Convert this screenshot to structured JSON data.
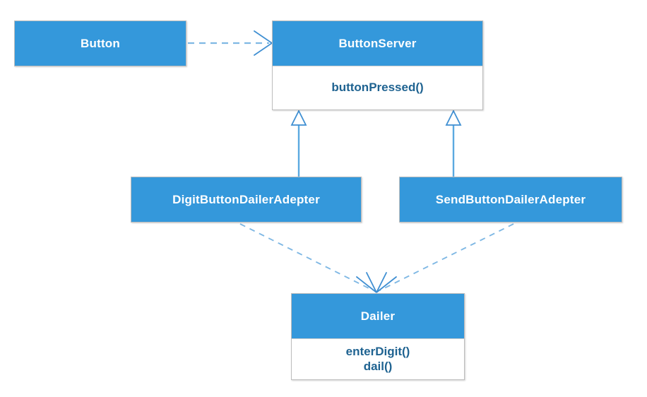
{
  "diagram": {
    "type": "uml-class-diagram",
    "colors": {
      "class_header_fill": "#3498db",
      "class_body_fill": "#ffffff",
      "class_border": "#bdbdbd",
      "header_text": "#ffffff",
      "member_text": "#1f6391",
      "edge_stroke": "#3f8fd2"
    },
    "classes": [
      {
        "id": "button",
        "name": "Button",
        "members": []
      },
      {
        "id": "buttonserver",
        "name": "ButtonServer",
        "members": [
          "buttonPressed()"
        ]
      },
      {
        "id": "digitadapter",
        "name": "DigitButtonDailerAdepter",
        "members": []
      },
      {
        "id": "sendadapter",
        "name": "SendButtonDailerAdepter",
        "members": []
      },
      {
        "id": "dailer",
        "name": "Dailer",
        "members": [
          "enterDigit()",
          "dail()"
        ]
      }
    ],
    "relationships": [
      {
        "id": "button-uses-buttonserver",
        "kind": "dependency",
        "line": "dashed",
        "arrowhead": "open",
        "from": "Button",
        "to": "ButtonServer"
      },
      {
        "id": "digitadapter-inherits-buttonserver",
        "kind": "generalization",
        "line": "solid",
        "arrowhead": "hollow-triangle",
        "from": "DigitButtonDailerAdepter",
        "to": "ButtonServer"
      },
      {
        "id": "sendadapter-inherits-buttonserver",
        "kind": "generalization",
        "line": "solid",
        "arrowhead": "hollow-triangle",
        "from": "SendButtonDailerAdepter",
        "to": "ButtonServer"
      },
      {
        "id": "digitadapter-uses-dailer",
        "kind": "dependency",
        "line": "dashed",
        "arrowhead": "open",
        "from": "DigitButtonDailerAdepter",
        "to": "Dailer"
      },
      {
        "id": "sendadapter-uses-dailer",
        "kind": "dependency",
        "line": "dashed",
        "arrowhead": "open",
        "from": "SendButtonDailerAdepter",
        "to": "Dailer"
      }
    ]
  }
}
